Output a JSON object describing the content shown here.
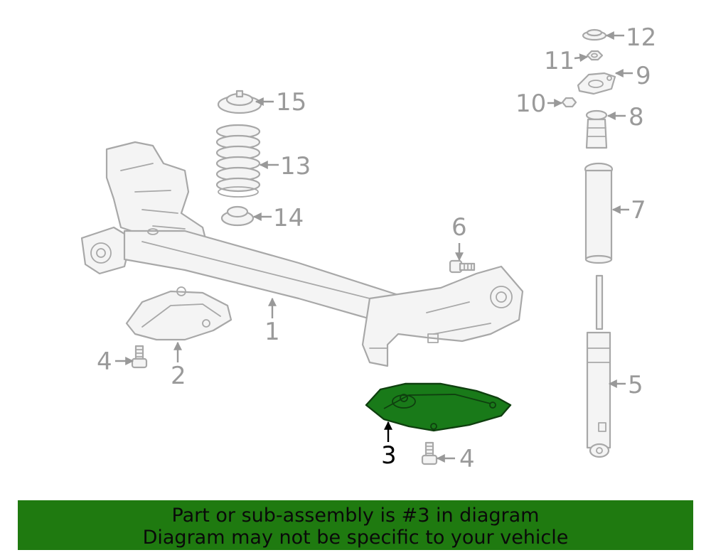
{
  "diagram": {
    "callouts": {
      "c1": "1",
      "c2": "2",
      "c3": "3",
      "c4a": "4",
      "c4b": "4",
      "c5": "5",
      "c6": "6",
      "c7": "7",
      "c8": "8",
      "c9": "9",
      "c10": "10",
      "c11": "11",
      "c12": "12",
      "c13": "13",
      "c14": "14",
      "c15": "15"
    },
    "highlighted_part": "3",
    "colors": {
      "highlight": "#197a19",
      "banner": "#1f7a10",
      "line_art": "#a8a8a8"
    }
  },
  "banner": {
    "line1": "Part or sub-assembly is #3 in diagram",
    "line2": "Diagram may not be specific to your vehicle"
  }
}
